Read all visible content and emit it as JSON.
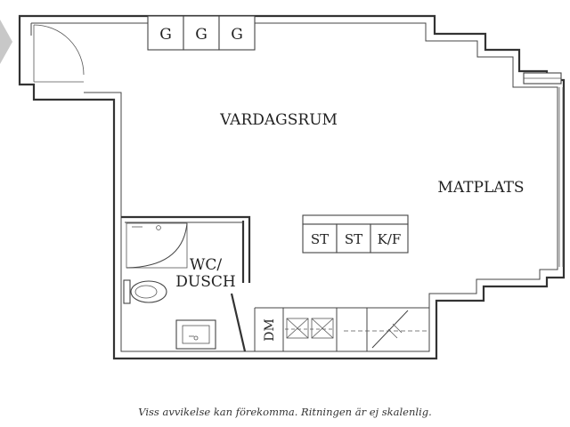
{
  "rooms": {
    "living": "VARDAGSRUM",
    "dining": "MATPLATS",
    "bath_line1": "WC/",
    "bath_line2": "DUSCH"
  },
  "wardrobes": [
    "G",
    "G",
    "G"
  ],
  "island": [
    "ST",
    "ST",
    "K/F"
  ],
  "kitchen": {
    "dishwasher": "DM"
  },
  "caption": "Viss avvikelse kan förekomma. Ritningen är ej skalenlig.",
  "colors": {
    "wall": "#333333",
    "entry_arrow": "#c8c8c8"
  },
  "icons": {
    "entry": "entry-arrow-icon",
    "door": "door-swing-icon",
    "shower": "shower-icon",
    "toilet": "toilet-icon",
    "sink": "sink-icon",
    "stove": "stove-icon",
    "window": "window-icon"
  }
}
